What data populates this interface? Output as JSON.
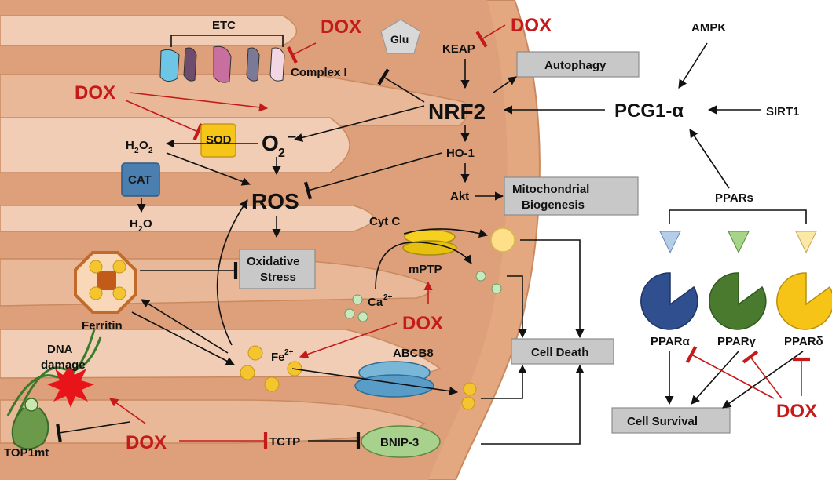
{
  "labels": {
    "etc": "ETC",
    "complex1": "Complex I",
    "glu": "Glu",
    "keap": "KEAP",
    "autophagy": "Autophagy",
    "nrf2": "NRF2",
    "ampk": "AMPK",
    "pcg1a": "PCG1-α",
    "sirt1": "SIRT1",
    "sod": "SOD",
    "o2": "O",
    "o2_sub": "2",
    "o2_sup": "–",
    "h2o2_a": "H",
    "h2o2_b": "2",
    "h2o2_c": "O",
    "h2o2_d": "2",
    "cat": "CAT",
    "h2o_a": "H",
    "h2o_b": "2",
    "h2o_c": "O",
    "ros": "ROS",
    "ho1": "HO-1",
    "akt": "Akt",
    "mito_bio_1": "Mitochondrial",
    "mito_bio_2": "Biogenesis",
    "ox_stress_1": "Oxidative",
    "ox_stress_2": "Stress",
    "cytc": "Cyt C",
    "mptp": "mPTP",
    "ca": "Ca",
    "ca_sup": "2+",
    "ferritin": "Ferritin",
    "fe": "Fe",
    "fe_sup": "2+",
    "abcb8": "ABCB8",
    "cell_death": "Cell Death",
    "dna_1": "DNA",
    "dna_2": "damage",
    "top1mt": "TOP1mt",
    "tctp": "TCTP",
    "bnip3": "BNIP-3",
    "ppars": "PPARs",
    "ppar_a": "PPARα",
    "ppar_g": "PPARγ",
    "ppar_d": "PPARδ",
    "cell_survival": "Cell Survival",
    "dox": "DOX"
  },
  "colors": {
    "mito_outer": "#e3a880",
    "mito_inner": "#f0cdb4",
    "dox_red": "#c41a1a",
    "ppar_alpha": "#2f4f8f",
    "ppar_gamma": "#4a7a2e",
    "ppar_delta": "#f5c416",
    "sod_fill": "#f5c518",
    "cat_fill": "#4a7fb0",
    "bnip3_fill": "#a9d18e"
  }
}
